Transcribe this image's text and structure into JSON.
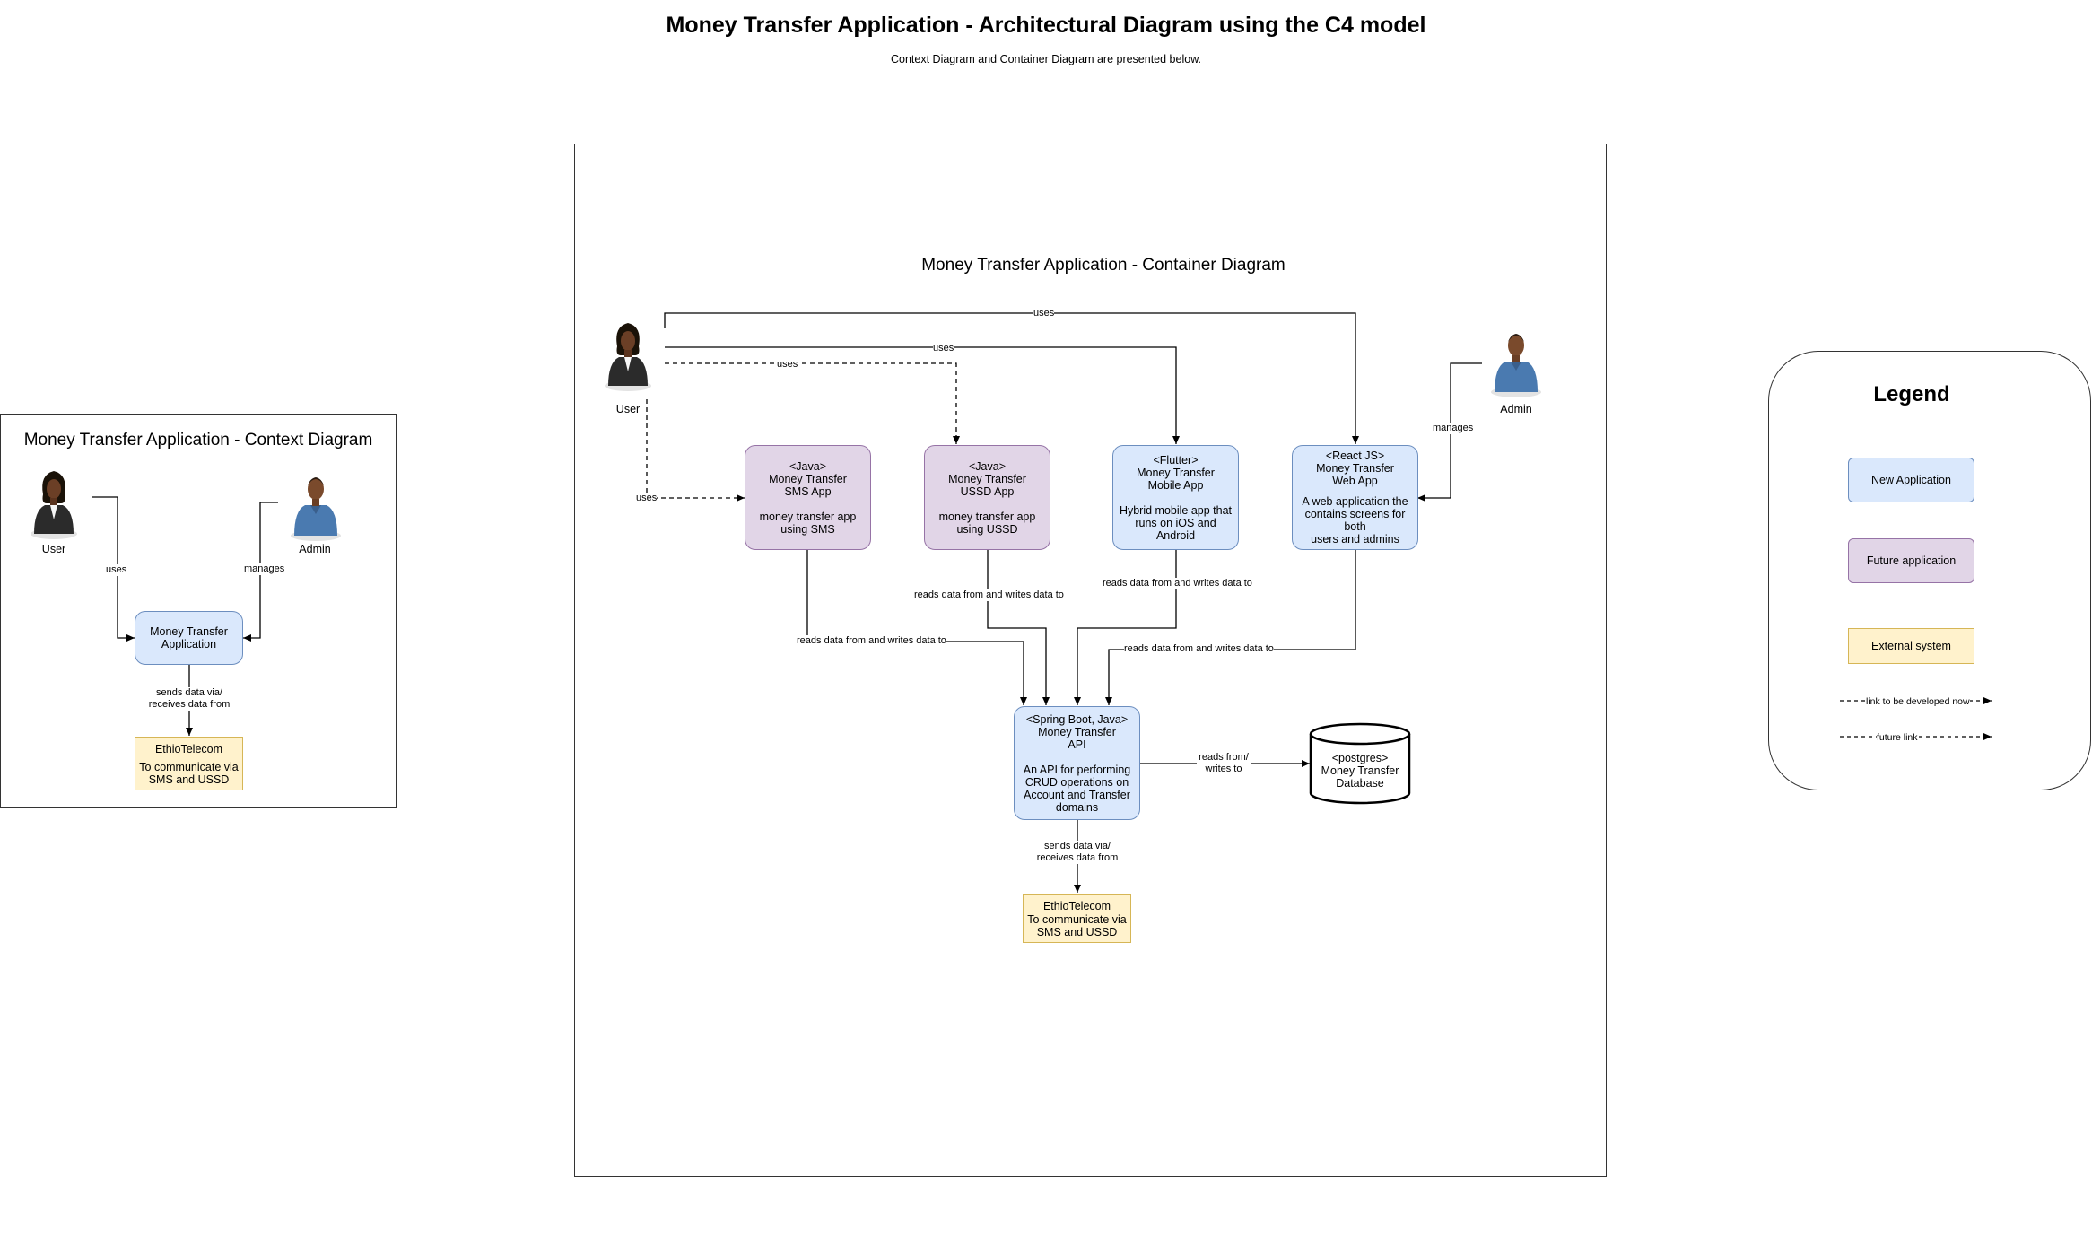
{
  "header": {
    "title": "Money Transfer Application - Architectural Diagram using the C4 model",
    "subtitle": "Context Diagram and Container Diagram are presented below."
  },
  "context_diagram": {
    "title": "Money Transfer Application - Context Diagram",
    "user_label": "User",
    "admin_label": "Admin",
    "app": {
      "line1": "Money Transfer",
      "line2": "Application"
    },
    "external": {
      "name": "EthioTelecom",
      "desc1": "To communicate via",
      "desc2": "SMS and USSD"
    },
    "edge_uses": "uses",
    "edge_manages": "manages",
    "edge_sends1": "sends data via/",
    "edge_sends2": "receives data from"
  },
  "container_diagram": {
    "title": "Money Transfer Application - Container Diagram",
    "user_label": "User",
    "admin_label": "Admin",
    "sms_app": {
      "tech": "<Java>",
      "name1": "Money Transfer",
      "name2": "SMS App",
      "desc1": "money transfer app",
      "desc2": "using SMS"
    },
    "ussd_app": {
      "tech": "<Java>",
      "name1": "Money Transfer",
      "name2": "USSD App",
      "desc1": "money transfer app",
      "desc2": "using USSD"
    },
    "mobile_app": {
      "tech": "<Flutter>",
      "name1": "Money Transfer",
      "name2": "Mobile App",
      "desc1": "Hybrid mobile app that",
      "desc2": "runs on iOS and Android"
    },
    "web_app": {
      "tech": "<React JS>",
      "name1": "Money Transfer",
      "name2": "Web App",
      "desc1": "A web application the",
      "desc2": "contains screens for both",
      "desc3": "users and admins"
    },
    "api": {
      "tech": "<Spring Boot, Java>",
      "name1": "Money Transfer",
      "name2": "API",
      "desc1": "An API for performing",
      "desc2": "CRUD operations on",
      "desc3": "Account and Transfer",
      "desc4": "domains"
    },
    "database": {
      "tech": "<postgres>",
      "name1": "Money Transfer",
      "name2": "Database"
    },
    "external": {
      "name": "EthioTelecom",
      "desc1": "To communicate via",
      "desc2": "SMS and USSD"
    },
    "edges": {
      "uses_web": "uses",
      "uses_mobile": "uses",
      "uses_ussd": "uses",
      "uses_sms": "uses",
      "manages": "manages",
      "rw_sms": "reads data from and writes data to",
      "rw_ussd": "reads data from and writes data to",
      "rw_mobile": "reads data from and writes data to",
      "rw_web": "reads data from and writes data to",
      "db1": "reads from/",
      "db2": "writes to",
      "ext1": "sends data via/",
      "ext2": "receives data from"
    }
  },
  "legend": {
    "title": "Legend",
    "new_app": "New Application",
    "future_app": "Future application",
    "external": "External system",
    "link_now": "link to be developed now",
    "link_future": "future link"
  },
  "colors": {
    "new_app_fill": "#dae8fc",
    "new_app_stroke": "#6c8ebf",
    "future_fill": "#e1d5e7",
    "future_stroke": "#9673a6",
    "external_fill": "#fff2cc",
    "external_stroke": "#d6b656"
  }
}
